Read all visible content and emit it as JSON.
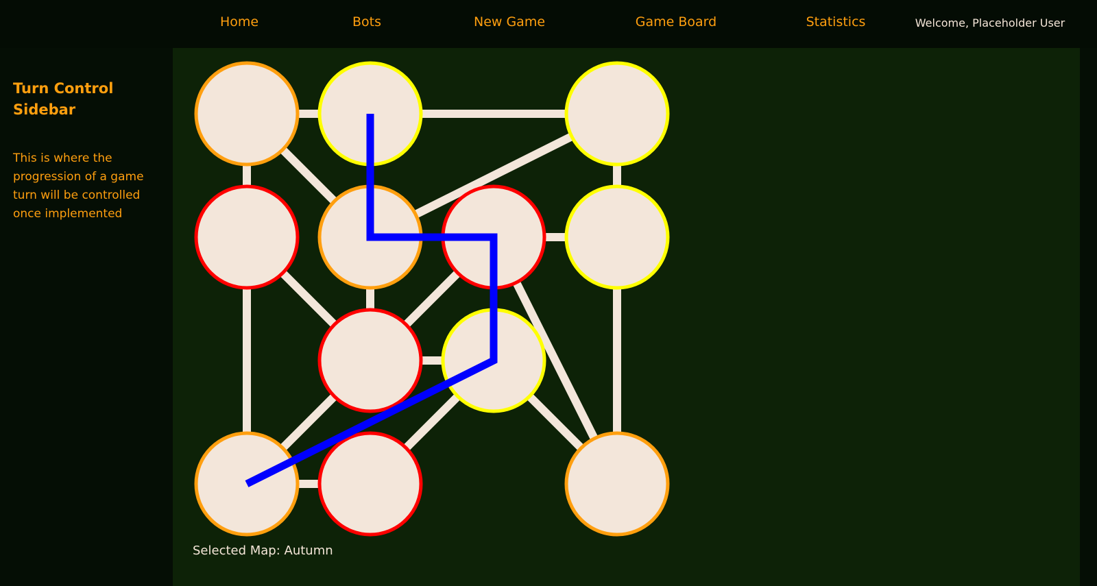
{
  "nav": {
    "home": "Home",
    "bots": "Bots",
    "new_game": "New Game",
    "game_board": "Game Board",
    "statistics": "Statistics",
    "welcome": "Welcome, Placeholder User"
  },
  "sidebar": {
    "title": "Turn Control Sidebar",
    "description": "This is where the progression of a game turn will be controlled once implemented"
  },
  "board": {
    "selected_map_label": "Selected Map: Autumn",
    "colors": {
      "background": "#0d2207",
      "node_fill": "#f3e6da",
      "edge": "#f3e6da",
      "path": "#0000ff",
      "orange": "#ff9f0f",
      "red": "#ff0000",
      "yellow": "#ffff00"
    },
    "nodes": [
      {
        "id": "r0c0",
        "row": 0,
        "col": 0,
        "border": "orange"
      },
      {
        "id": "r0c1",
        "row": 0,
        "col": 1,
        "border": "yellow"
      },
      {
        "id": "r0c3",
        "row": 0,
        "col": 3,
        "border": "yellow"
      },
      {
        "id": "r1c0",
        "row": 1,
        "col": 0,
        "border": "red"
      },
      {
        "id": "r1c1",
        "row": 1,
        "col": 1,
        "border": "orange"
      },
      {
        "id": "r1c2",
        "row": 1,
        "col": 2,
        "border": "red"
      },
      {
        "id": "r1c3",
        "row": 1,
        "col": 3,
        "border": "yellow"
      },
      {
        "id": "r2c1",
        "row": 2,
        "col": 1,
        "border": "red"
      },
      {
        "id": "r2c2",
        "row": 2,
        "col": 2,
        "border": "yellow"
      },
      {
        "id": "r3c0",
        "row": 3,
        "col": 0,
        "border": "orange"
      },
      {
        "id": "r3c1",
        "row": 3,
        "col": 1,
        "border": "red"
      },
      {
        "id": "r3c3",
        "row": 3,
        "col": 3,
        "border": "orange"
      }
    ],
    "edges": [
      [
        "r0c0",
        "r0c1"
      ],
      [
        "r0c1",
        "r0c3"
      ],
      [
        "r0c0",
        "r1c0"
      ],
      [
        "r0c0",
        "r1c1"
      ],
      [
        "r0c3",
        "r1c1"
      ],
      [
        "r0c3",
        "r1c3"
      ],
      [
        "r1c2",
        "r1c3"
      ],
      [
        "r1c1",
        "r2c1"
      ],
      [
        "r1c0",
        "r2c1"
      ],
      [
        "r1c0",
        "r3c0"
      ],
      [
        "r1c2",
        "r2c1"
      ],
      [
        "r1c2",
        "r3c3"
      ],
      [
        "r1c3",
        "r3c3"
      ],
      [
        "r2c1",
        "r2c2"
      ],
      [
        "r2c1",
        "r3c0"
      ],
      [
        "r2c2",
        "r3c1"
      ],
      [
        "r2c2",
        "r3c3"
      ],
      [
        "r3c0",
        "r3c1"
      ]
    ],
    "path": [
      "r0c1",
      "r1c1",
      "r1c2",
      "r2c2",
      "r3c0"
    ]
  }
}
